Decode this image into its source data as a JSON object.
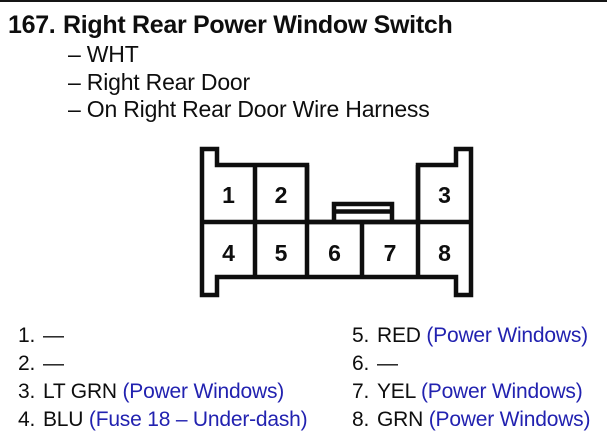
{
  "header": {
    "number": "167.",
    "title": "Right Rear Power Window Switch"
  },
  "details": [
    "– WHT",
    "– Right Rear Door",
    "– On Right Rear Door Wire Harness"
  ],
  "connector": {
    "cells": [
      "1",
      "2",
      "3",
      "4",
      "5",
      "6",
      "7",
      "8"
    ]
  },
  "pins": {
    "left": [
      {
        "num": "1.",
        "wire": "—",
        "note": ""
      },
      {
        "num": "2.",
        "wire": "—",
        "note": ""
      },
      {
        "num": "3.",
        "wire": "LT GRN",
        "note": "(Power Windows)"
      },
      {
        "num": "4.",
        "wire": "BLU",
        "note": "(Fuse 18 – Under-dash)"
      }
    ],
    "right": [
      {
        "num": "5.",
        "wire": "RED",
        "note": "(Power Windows)"
      },
      {
        "num": "6.",
        "wire": "—",
        "note": ""
      },
      {
        "num": "7.",
        "wire": "YEL",
        "note": "(Power Windows)"
      },
      {
        "num": "8.",
        "wire": "GRN",
        "note": "(Power Windows)"
      }
    ]
  },
  "colors": {
    "ink": "#0e0e0e",
    "note_blue": "#2222b0",
    "background": "#ffffff"
  }
}
